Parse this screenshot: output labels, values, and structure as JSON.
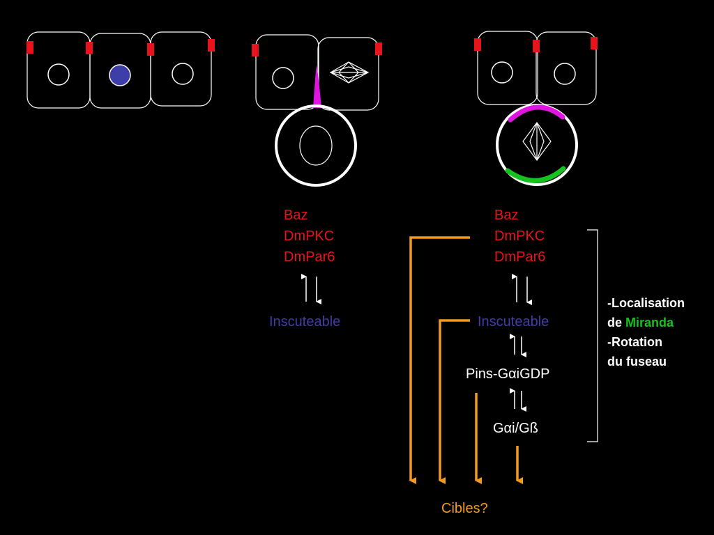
{
  "panel_middle": {
    "proteins": [
      "Baz",
      "DmPKC",
      "DmPar6"
    ],
    "adaptor": "Inscuteable"
  },
  "panel_right": {
    "proteins": [
      "Baz",
      "DmPKC",
      "DmPar6"
    ],
    "adaptor": "Inscuteable",
    "complex1": "Pins-GαiGDP",
    "complex2": "Gαi/Gß",
    "targets": "Cibles?"
  },
  "functions": {
    "line1": "-Localisation",
    "line2_prefix": "de",
    "line2_highlight": "Miranda",
    "line3": "-Rotation",
    "line4": "du fuseau"
  },
  "colors": {
    "apical_marker": "#e8141c",
    "inscuteable_crescent": "#e014e0",
    "miranda_crescent": "#16c21f",
    "pathway_arrows": "#f39a1e",
    "nucleus_fill": "#3e3ea8"
  }
}
